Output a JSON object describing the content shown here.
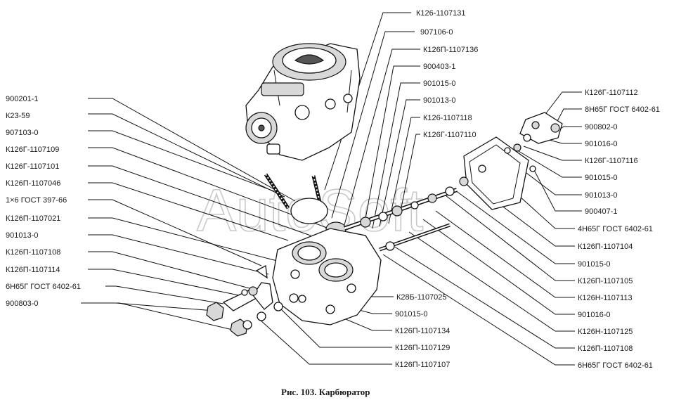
{
  "diagram": {
    "caption": "Рис. 103. Карбюратор",
    "watermark": "AutoSoft",
    "labels_left": [
      "900201-1",
      "К23-59",
      "907103-0",
      "К126Г-1107109",
      "К126Г-1107101",
      "К126П-1107046",
      "1×6 ГОСТ 397-66",
      "К126П-1107021",
      "901013-0",
      "К126П-1107108",
      "К126П-1107114",
      "6Н65Г ГОСТ 6402-61",
      "900803-0"
    ],
    "labels_top": [
      "К126-1107131",
      "907106-0",
      "К126П-1107136",
      "900403-1",
      "901015-0",
      "901013-0",
      "К126-1107118",
      "К126Г-1107110"
    ],
    "labels_right": [
      "К126Г-1107112",
      "8Н65Г ГОСТ 6402-61",
      "900802-0",
      "901016-0",
      "К126Г-1107116",
      "901015-0",
      "901013-0",
      "900407-1",
      "4Н65Г ГОСТ 6402-61",
      "К126П-1107104",
      "901015-0",
      "К126П-1107105",
      "К126Н-1107113",
      "901016-0",
      "К126Н-1107125",
      "К126П-1107108",
      "6Н65Г ГОСТ 6402-61"
    ],
    "labels_bottom": [
      "К28Б-1107025",
      "901015-0",
      "К126П-1107134",
      "К126П-1107129",
      "К126П-1107107"
    ]
  }
}
